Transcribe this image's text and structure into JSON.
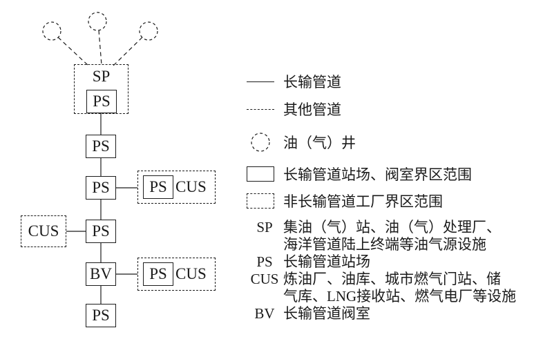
{
  "diagram": {
    "labels": {
      "sp": "SP",
      "ps": "PS",
      "bv": "BV",
      "cus": "CUS"
    },
    "icons": {
      "well": "oil-gas-well-icon"
    },
    "colors": {
      "stroke": "#1b1b1b",
      "background": "#ffffff"
    }
  },
  "legend": {
    "items": [
      {
        "symbol": "solid-line",
        "label": "长输管道"
      },
      {
        "symbol": "dashed-line",
        "label": "其他管道"
      },
      {
        "symbol": "dashed-circle",
        "label": "油（气）井"
      },
      {
        "symbol": "solid-rect",
        "label": "长输管道站场、阀室界区范围"
      },
      {
        "symbol": "dashed-rect",
        "label": "非长输管道工厂界区范围"
      }
    ],
    "definitions": [
      {
        "term": "SP",
        "desc": "集油（气）站、油（气）处理厂、\n海洋管道陆上终端等油气源设施"
      },
      {
        "term": "PS",
        "desc": "长输管道站场"
      },
      {
        "term": "CUS",
        "desc": "炼油厂、油库、城市燃气门站、储\n气库、LNG接收站、燃气电厂等设施"
      },
      {
        "term": "BV",
        "desc": "长输管道阀室"
      }
    ]
  }
}
